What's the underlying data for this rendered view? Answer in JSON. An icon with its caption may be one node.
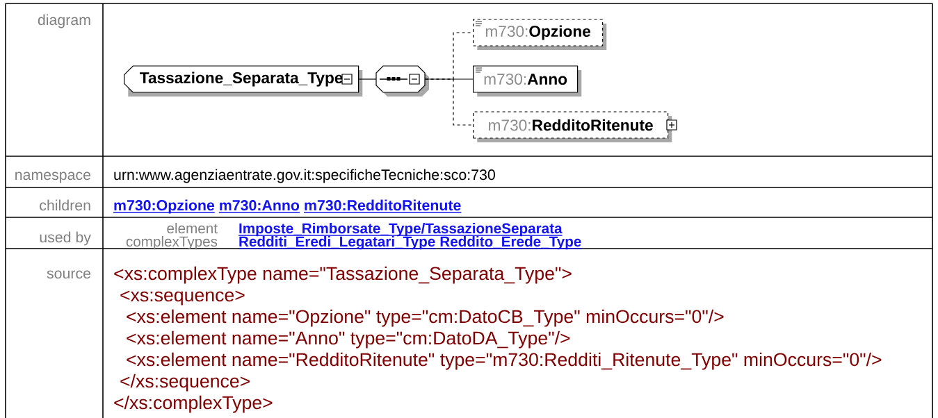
{
  "diagram": {
    "nodes": [
      {
        "text": [
          "Tassazione_Separata_Type"
        ]
      },
      {
        "text": [],
        "shape": "octagon"
      },
      {
        "text": [
          "m730:",
          "Opzione"
        ]
      },
      {
        "text": [
          "m730:",
          "Anno"
        ]
      },
      {
        "text": [
          "m730:",
          "RedditoRitenute"
        ]
      }
    ],
    "edges": [
      {
        "from": 0,
        "to": 1,
        "arrow": "none"
      },
      {
        "from": 1,
        "to": 2,
        "arrow": "none",
        "style": "dashed"
      },
      {
        "from": 1,
        "to": 3,
        "arrow": "none"
      },
      {
        "from": 1,
        "to": 4,
        "arrow": "none",
        "style": "dashed"
      }
    ],
    "labels": [
      "diagram",
      "namespace",
      "urn:www.agenziaentrate.gov.it:specificheTecniche:sco:730",
      "children",
      "m730:Opzione",
      "m730:Anno",
      "m730:RedditoRitenute",
      "used by",
      "element",
      "Imposte_Rimborsate_Type/TassazioneSeparata",
      "complexTypes",
      "Redditi_Eredi_Legatari_Type",
      "Reddito_Erede_Type",
      "source",
      "<xs:complexType name=\"Tassazione_Separata_Type\">",
      "<xs:sequence>",
      "<xs:element name=\"Opzione\" type=\"cm:DatoCB_Type\" minOccurs=\"0\"/>",
      "<xs:element name=\"Anno\" type=\"cm:DatoDA_Type\"/>",
      "<xs:element name=\"RedditoRitenute\" type=\"m730:Redditi_Ritenute_Type\" minOccurs=\"0\"/>",
      "</xs:sequence>",
      "</xs:complexType>"
    ]
  }
}
